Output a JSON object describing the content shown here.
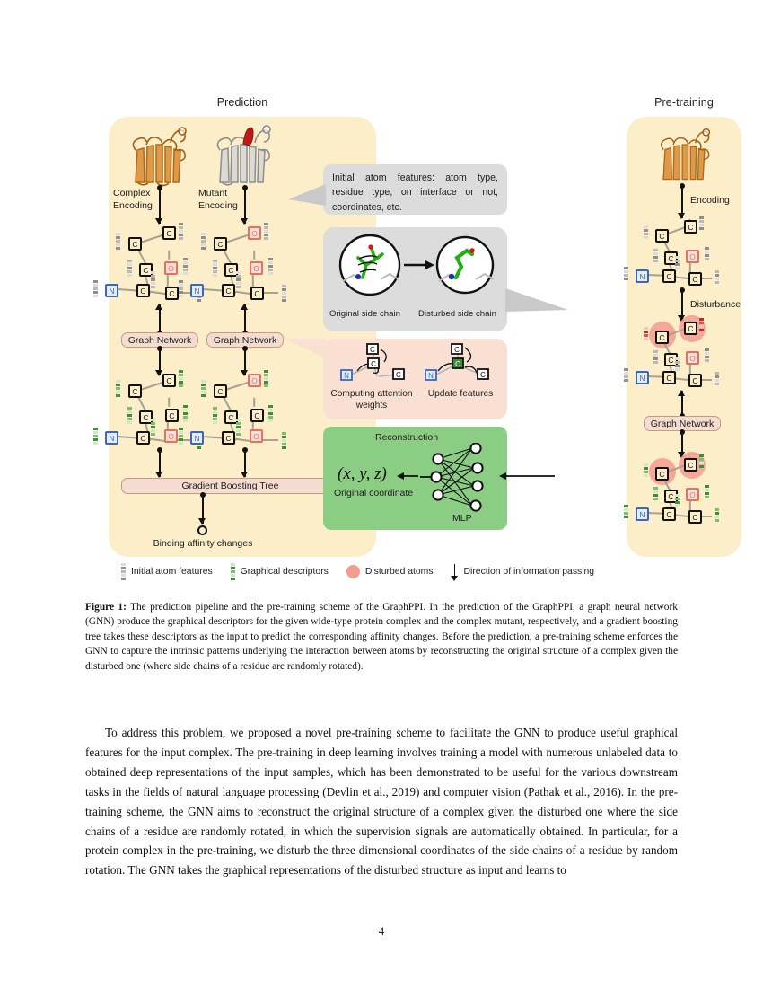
{
  "figure": {
    "panels": {
      "prediction": {
        "title": "Prediction"
      },
      "pretraining": {
        "title": "Pre-training"
      }
    },
    "labels": {
      "complex": "Complex",
      "mutant": "Mutant",
      "encoding_left": "Encoding",
      "encoding_mid": "Encoding",
      "encoding_right": "Encoding",
      "graph_network_left": "Graph Network",
      "graph_network_mid": "Graph Network",
      "graph_network_right": "Graph Network",
      "gradient_boosting_tree": "Gradient Boosting Tree",
      "binding_affinity_changes": "Binding affinity\nchanges",
      "disturbance": "Disturbance"
    },
    "callouts": {
      "atom_features": "Initial atom features: atom type, residue type, on interface or not, coordinates, etc.",
      "original_side_chain": "Original side chain",
      "disturbed_side_chain": "Disturbed side chain",
      "computing_attention_weights": "Computing\nattention weights",
      "update_features": "Update features",
      "reconstruction_title": "Reconstruction",
      "coordinate_formula": "(x, y, z)",
      "original_coordinate": "Original coordinate",
      "mlp": "MLP"
    },
    "atoms": {
      "carbon": "C",
      "nitrogen": "N",
      "oxygen": "O"
    },
    "legend": [
      {
        "name": "initial-atom-features",
        "label": "Initial atom features",
        "icon": "grey-bar-icon",
        "color": "#9a9a9a"
      },
      {
        "name": "graphical-descriptors",
        "label": "Graphical descriptors",
        "icon": "green-bar-icon",
        "color": "#4f9e42"
      },
      {
        "name": "disturbed-atoms",
        "label": "Disturbed atoms",
        "icon": "pink-circle-icon",
        "color": "#f59b8f"
      },
      {
        "name": "direction-of-information-passing",
        "label": "Direction of information passing",
        "icon": "down-arrow-icon",
        "color": "#111111"
      }
    ],
    "colors": {
      "panel_bg": "#fbeec9",
      "note_bg": "#dcdcdc",
      "attention_bg": "#fadfd3",
      "reconstruction_bg": "#8ccd84",
      "pill_bg": "#f4ddd0",
      "disturbed": "#f59b8f",
      "nitrogen": "#3a66c8",
      "oxygen": "#e8705e",
      "descriptor_green": "#4f9e42"
    }
  },
  "caption": {
    "label": "Figure 1:",
    "text": " The prediction pipeline and the pre-training scheme of the GraphPPI. In the prediction of the GraphPPI, a graph neural network (GNN) produce the graphical descriptors for the given wide-type protein complex and the complex mutant, respectively, and a gradient boosting tree takes these descriptors as the input to predict the corresponding affinity changes. Before the prediction, a pre-training scheme enforces the GNN to capture the intrinsic patterns underlying the interaction between atoms by reconstructing the original structure of a complex given the disturbed one (where side chains of a residue are randomly rotated)."
  },
  "body": {
    "paragraph": "To address this problem, we proposed a novel pre-training scheme to facilitate the GNN to produce useful graphical features for the input complex. The pre-training in deep learning involves training a model with numerous unlabeled data to obtained deep representations of the input samples, which has been demonstrated to be useful for the various downstream tasks in the fields of natural language processing (Devlin et al., 2019) and computer vision (Pathak et al., 2016). In the pre-training scheme, the GNN aims to reconstruct the original structure of a complex given the disturbed one where the side chains of a residue are randomly rotated, in which the supervision signals are automatically obtained. In particular, for a protein complex in the pre-training, we disturb the three dimensional coordinates of the side chains of a residue by random rotation. The GNN takes the graphical representations of the disturbed structure as input and learns to"
  },
  "page_number": "4"
}
